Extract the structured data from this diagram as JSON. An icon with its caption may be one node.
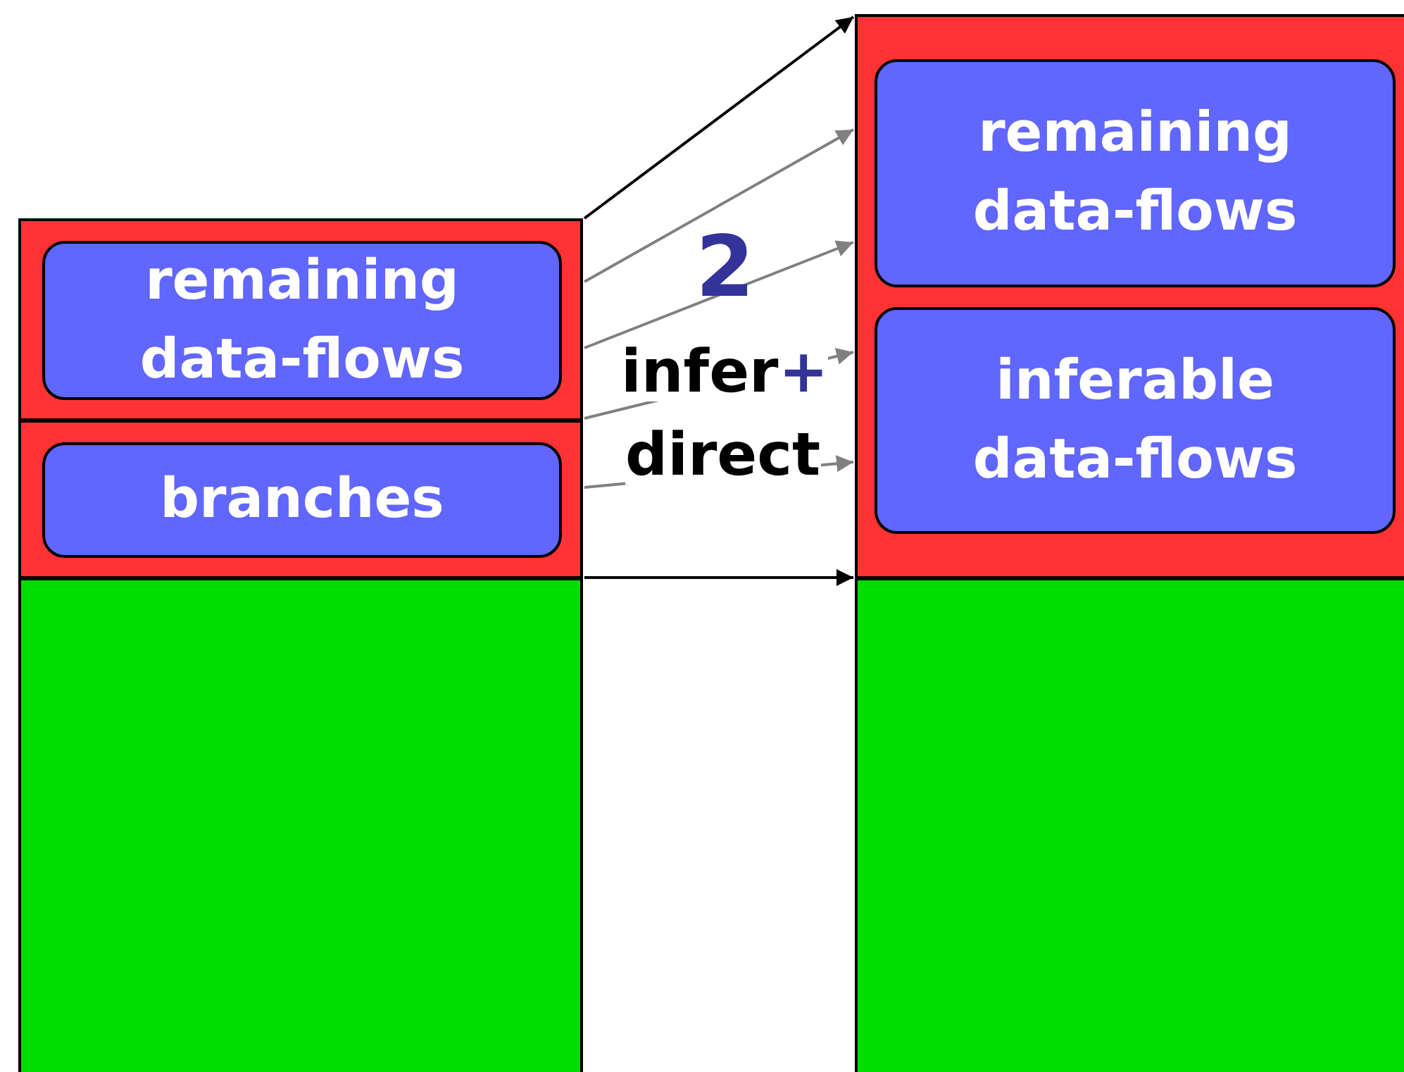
{
  "diagram": {
    "nodes": [
      {
        "text": [],
        "shape": "box"
      },
      {
        "text": [
          "remaining data-flows"
        ],
        "in": 0
      },
      {
        "text": [],
        "shape": "box"
      },
      {
        "text": [
          "branches"
        ],
        "in": 2
      },
      {
        "text": [],
        "shape": "box"
      },
      {
        "text": [],
        "shape": "box"
      },
      {
        "text": [
          "remaining data-flows"
        ],
        "in": 5
      },
      {
        "text": [
          "inferable data-flows"
        ],
        "in": 5
      },
      {
        "text": [],
        "shape": "box"
      }
    ],
    "edges": [
      {
        "from": 0,
        "to": 5,
        "arrow": "to",
        "color": "#000000"
      },
      {
        "from": 0,
        "to": 5,
        "arrow": "to"
      },
      {
        "from": 0,
        "to": 5,
        "arrow": "to"
      },
      {
        "from": 2,
        "to": 5,
        "arrow": "to"
      },
      {
        "from": 2,
        "to": 5,
        "arrow": "to"
      },
      {
        "from": 4,
        "to": 8,
        "arrow": "to",
        "color": "#000000"
      }
    ],
    "labels": [
      "2",
      "infer",
      "+",
      "direct"
    ]
  }
}
